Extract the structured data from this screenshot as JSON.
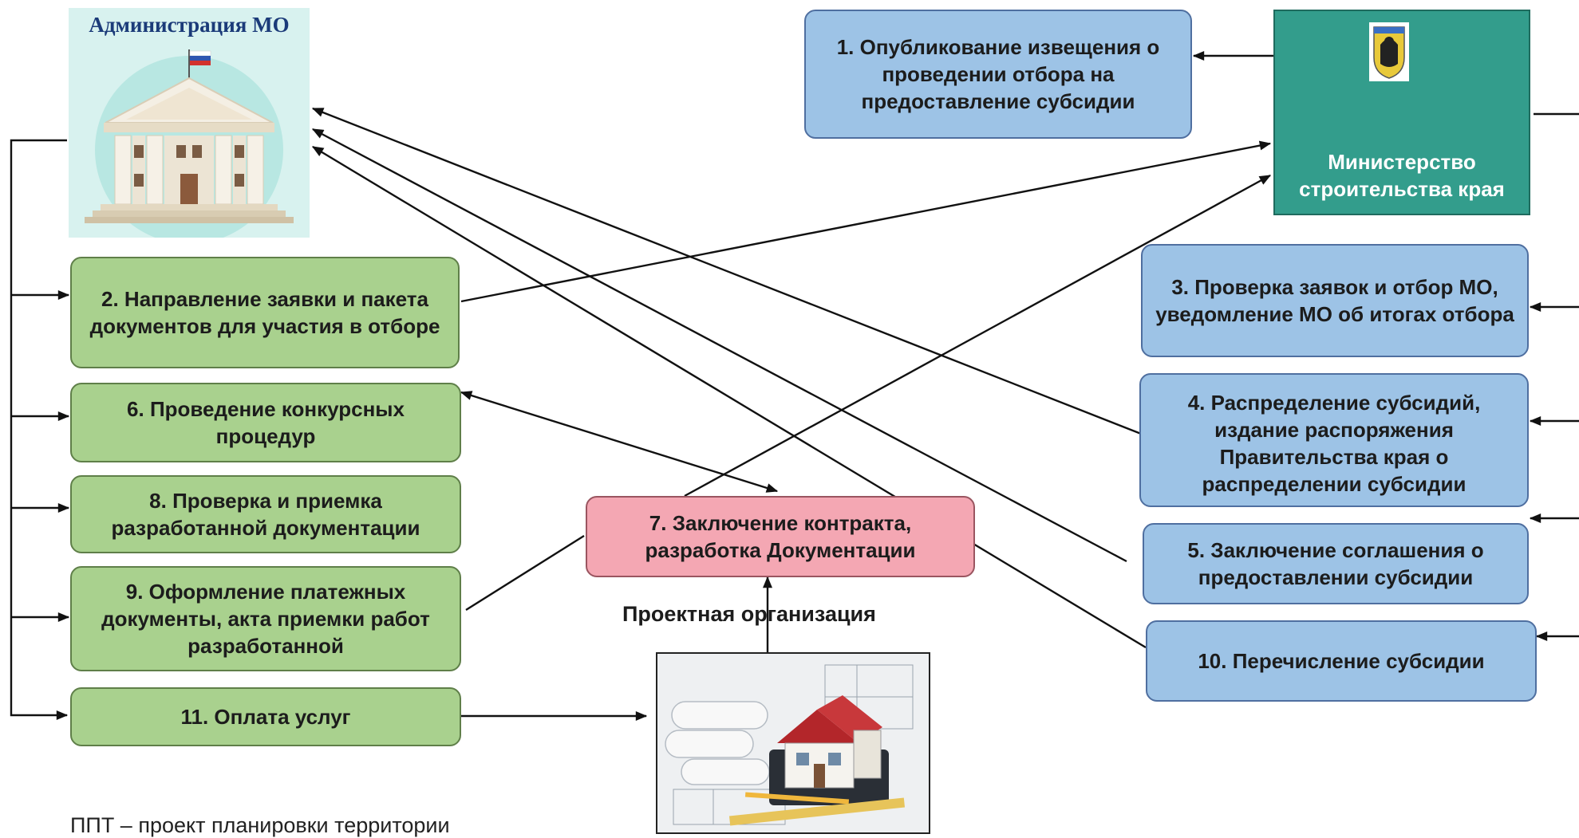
{
  "admin": {
    "title": "Администрация МО"
  },
  "ministry": {
    "label": "Министерство строительства края"
  },
  "steps": {
    "s1": "1. Опубликование извещения о проведении отбора на предоставление субсидии",
    "s2": "2. Направление заявки и пакета документов для участия в отборе",
    "s3": "3. Проверка заявок и отбор МО, уведомление МО об итогах отбора",
    "s4": "4. Распределение субсидий, издание распоряжения Правительства края о распределении субсидии",
    "s5": "5. Заключение соглашения о предоставлении субсидии",
    "s6": "6. Проведение конкурсных процедур",
    "s7": "7. Заключение контракта, разработка Документации",
    "s8": "8. Проверка и приемка разработанной документации",
    "s9": "9. Оформление платежных документы, акта приемки работ разработанной",
    "s10": "10. Перечисление субсидии",
    "s11": "11. Оплата услуг"
  },
  "project_org": {
    "label": "Проектная организация"
  },
  "footnote": "ППТ – проект планировки территории",
  "colors": {
    "green": "#a9d18e",
    "blue": "#9dc3e6",
    "pink": "#f4a7b3",
    "teal": "#339d8c"
  }
}
